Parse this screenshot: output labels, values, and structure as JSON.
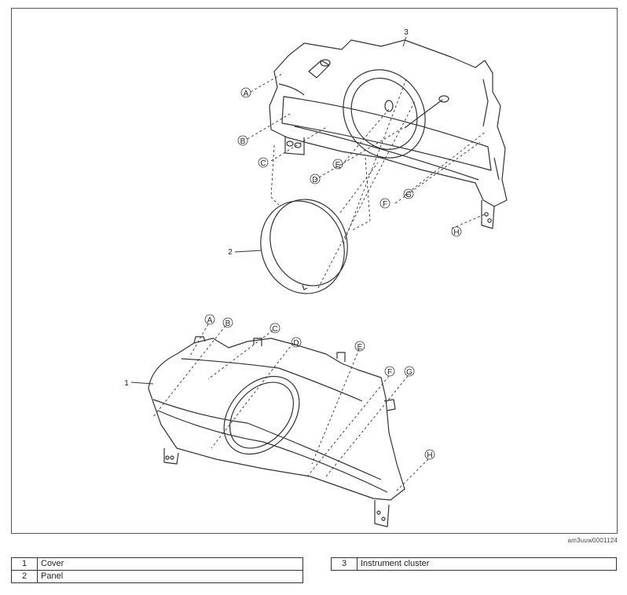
{
  "callouts": {
    "n1": "1",
    "n2": "2",
    "n3": "3",
    "A": "A",
    "B": "B",
    "C": "C",
    "D": "D",
    "E": "E",
    "F": "F",
    "G": "G",
    "H": "H"
  },
  "reference_id": "am3uuw0001124",
  "legend": {
    "left": [
      {
        "num": "1",
        "label": "Cover"
      },
      {
        "num": "2",
        "label": "Panel"
      }
    ],
    "right": [
      {
        "num": "3",
        "label": "Instrument cluster"
      }
    ]
  }
}
